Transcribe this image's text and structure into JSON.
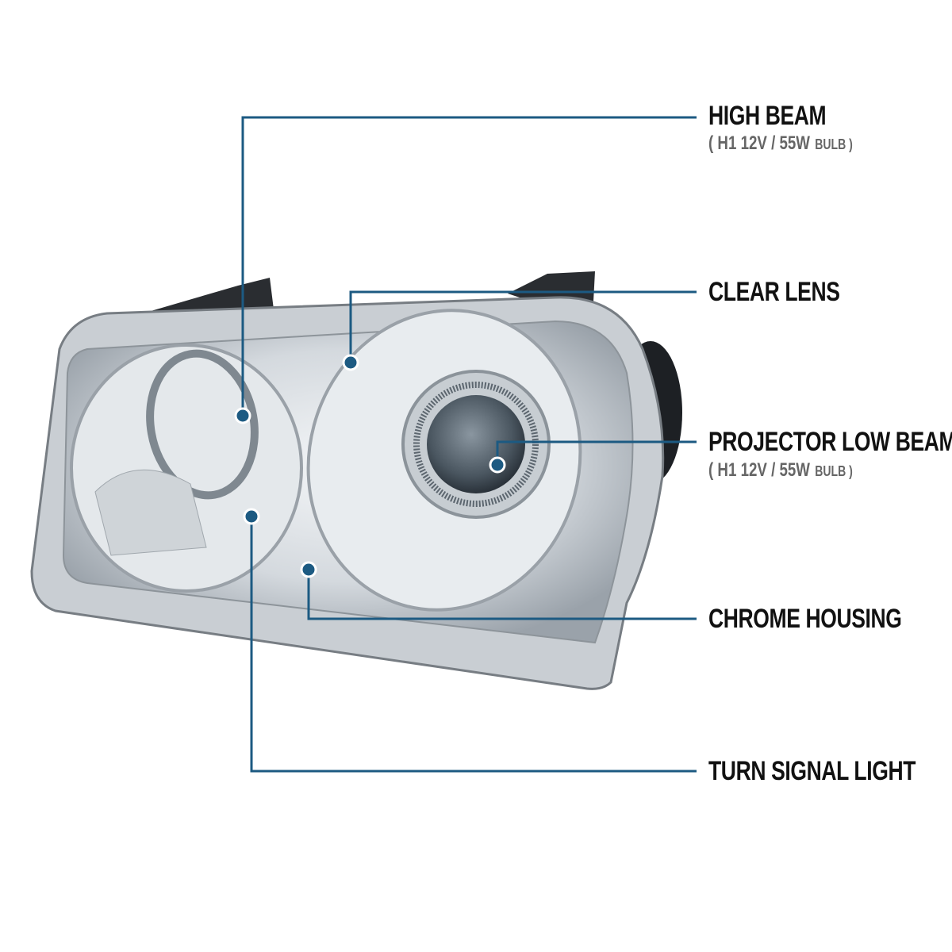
{
  "accent_color": "#1c5a82",
  "callouts": [
    {
      "title": "HIGH BEAM",
      "spec": "( H1  12V / 55W",
      "spec_suffix": "BULB )"
    },
    {
      "title": "CLEAR LENS"
    },
    {
      "title": "PROJECTOR LOW BEAM",
      "spec": "( H1  12V / 55W",
      "spec_suffix": "BULB )"
    },
    {
      "title": "CHROME HOUSING"
    },
    {
      "title": "TURN SIGNAL LIGHT"
    }
  ]
}
